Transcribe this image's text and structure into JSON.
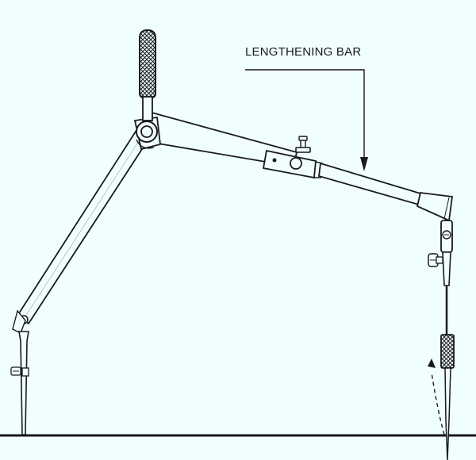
{
  "diagram": {
    "labels": {
      "lengthening_bar": "LENGTHENING BAR"
    },
    "colors": {
      "background": "#f1feff",
      "ink": "#1a1a1a"
    },
    "parts": [
      "knurled-handle",
      "compass-joint",
      "left-leg",
      "upper-arm",
      "clamp-screw",
      "lengthening-bar",
      "right-joint",
      "pen-holder",
      "needle-point",
      "baseline",
      "arc-path"
    ]
  }
}
